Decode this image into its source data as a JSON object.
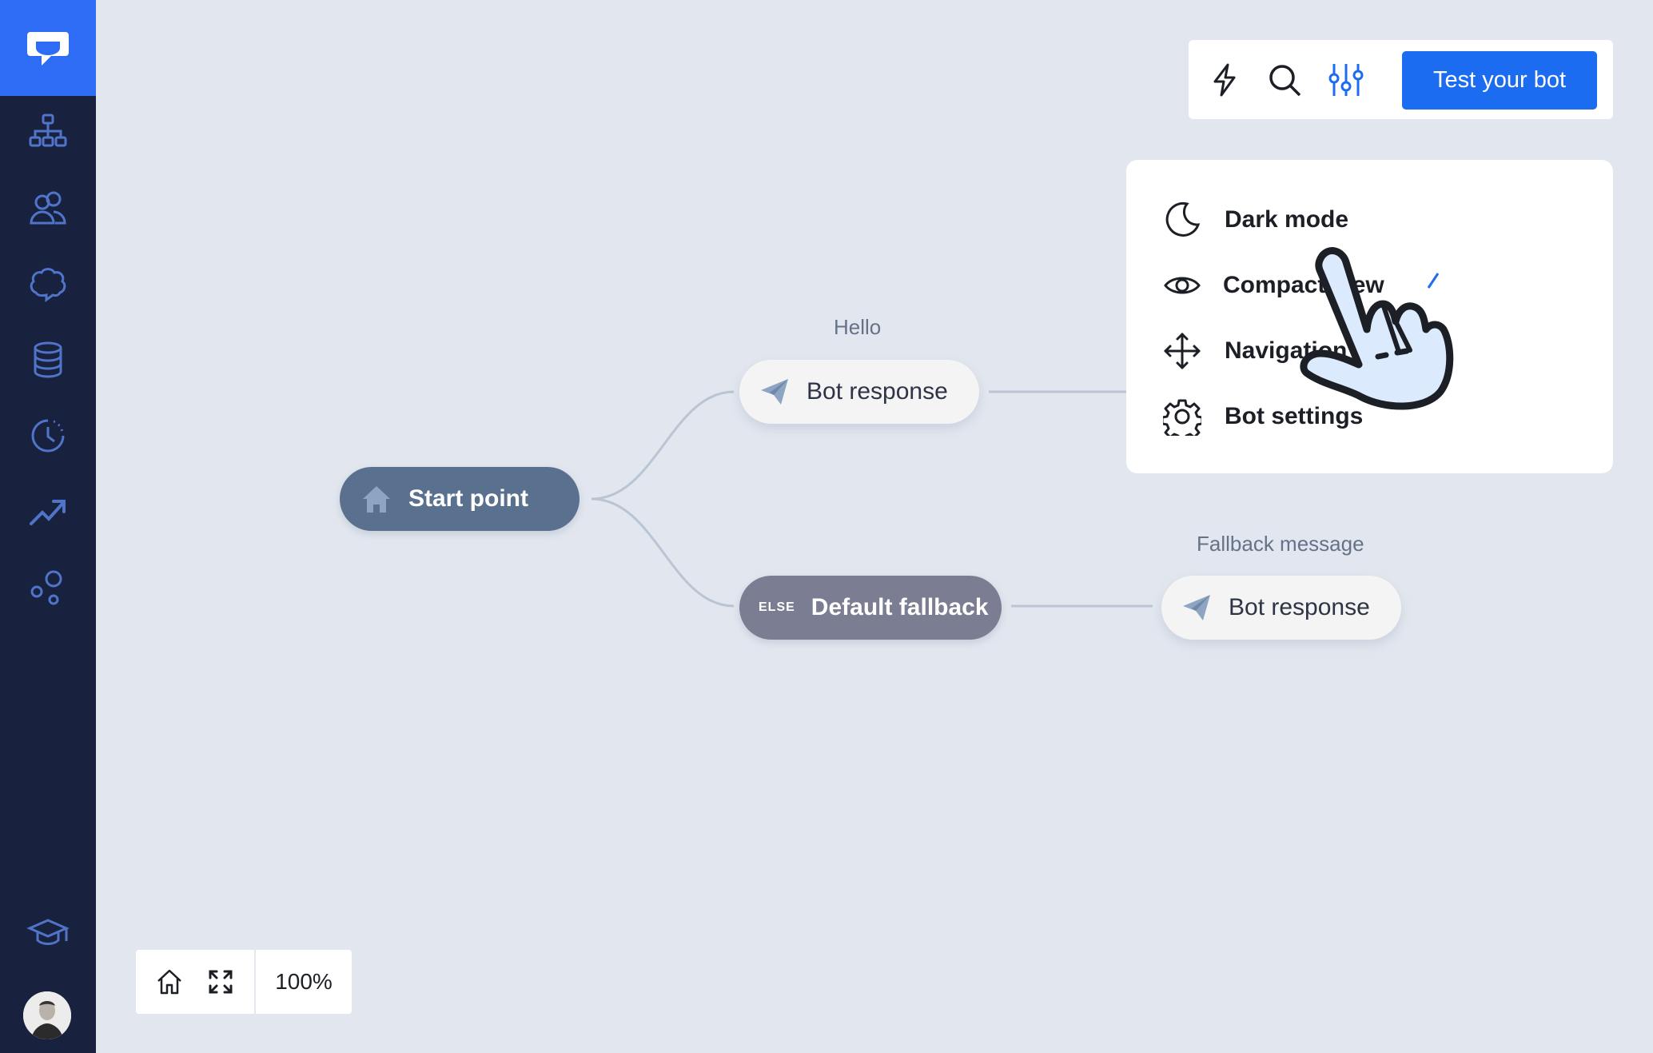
{
  "sidebar": {
    "logo": "chat-logo",
    "items": [
      {
        "name": "sidebar-item-flow",
        "icon": "hierarchy-icon"
      },
      {
        "name": "sidebar-item-audience",
        "icon": "users-icon"
      },
      {
        "name": "sidebar-item-ai",
        "icon": "brain-icon"
      },
      {
        "name": "sidebar-item-data",
        "icon": "database-icon"
      },
      {
        "name": "sidebar-item-history",
        "icon": "clock-icon"
      },
      {
        "name": "sidebar-item-reports",
        "icon": "trend-icon"
      },
      {
        "name": "sidebar-item-integrations",
        "icon": "bubbles-icon"
      },
      {
        "name": "sidebar-item-learning",
        "icon": "graduation-cap-icon"
      }
    ],
    "colors": {
      "background": "#18223e",
      "accent": "#2f6cf6",
      "icon": "#4f74c9"
    }
  },
  "toolbar": {
    "icons": [
      "lightning-icon",
      "search-icon",
      "sliders-icon"
    ],
    "test_button": "Test your bot",
    "accent": "#1c6cf1"
  },
  "menu": {
    "items": [
      {
        "label": "Dark mode",
        "icon": "moon-icon"
      },
      {
        "label": "Compact view",
        "icon": "eye-icon",
        "checked": true
      },
      {
        "label": "Navigation",
        "icon": "move-arrows-icon"
      },
      {
        "label": "Bot settings",
        "icon": "gear-icon"
      }
    ]
  },
  "flow": {
    "start": {
      "label": "Start point",
      "icon": "home-icon"
    },
    "branch1": {
      "caption": "Hello",
      "node": {
        "label": "Bot response",
        "icon": "paper-plane-icon"
      }
    },
    "branch2": {
      "tag": "ELSE",
      "label": "Default fallback",
      "caption": "Fallback message",
      "response": {
        "label": "Bot response",
        "icon": "paper-plane-icon"
      }
    }
  },
  "zoom": {
    "level": "100%",
    "icons": [
      "home-outline-icon",
      "expand-icon"
    ]
  }
}
